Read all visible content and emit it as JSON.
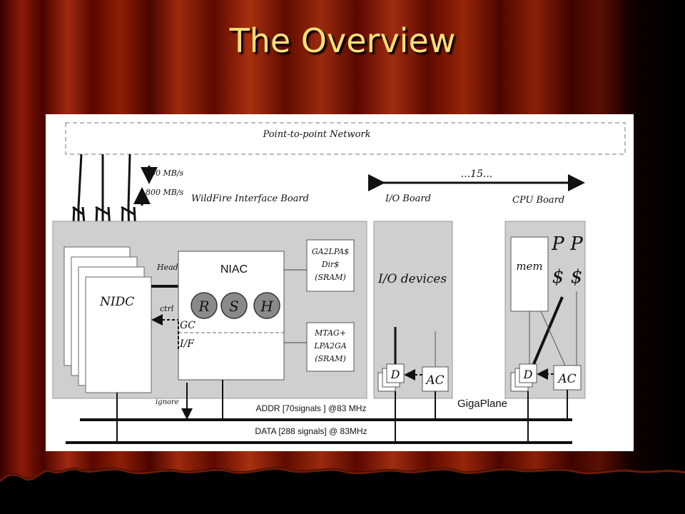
{
  "slide": {
    "title": "The Overview"
  },
  "diagram": {
    "network_label": "Point-to-point Network",
    "bandwidth_down": "800 MB/s",
    "bandwidth_up": "800 MB/s",
    "wildfire_board_label": "WildFire Interface Board",
    "range_label": "...15...",
    "io_board_label": "I/O Board",
    "cpu_board_label": "CPU Board",
    "nidc": "NIDC",
    "head": "Head",
    "ctrl": "ctrl",
    "niac": "NIAC",
    "units": [
      "R",
      "S",
      "H"
    ],
    "gc": "GC",
    "if": "I/F",
    "ga2lpa": "GA2LPA$",
    "dir": "Dir$",
    "sram1": "(SRAM)",
    "mtag": "MTAG+",
    "lpa2ga": "LPA2GA",
    "sram2": "(SRAM)",
    "io_devices": "I/O  devices",
    "d_io": "D",
    "ac_io": "AC",
    "mem": "mem",
    "p1": "P",
    "p2": "P",
    "c1": "$",
    "c2": "$",
    "d_cpu": "D",
    "ac_cpu": "AC",
    "ignore": "ignore",
    "addr_bus": "ADDR [70signals ] @83 MHz",
    "gigaplane": "GigaPlane",
    "data_bus": "DATA [288 signals] @ 83MHz"
  }
}
